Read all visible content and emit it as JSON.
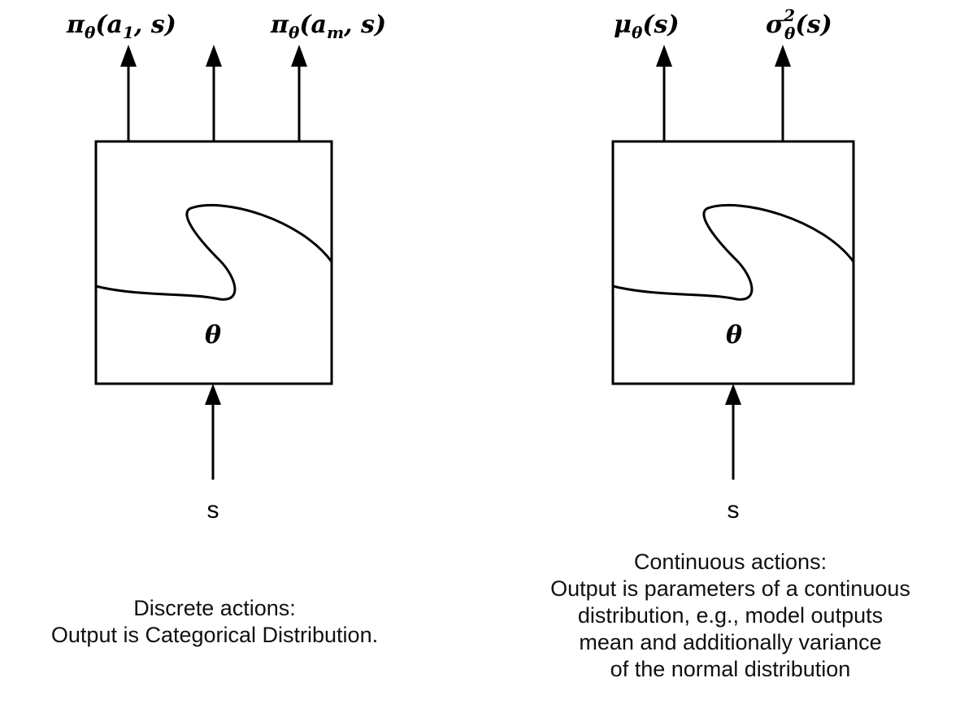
{
  "left_panel": {
    "outputs": [
      {
        "base": "π",
        "sub": "θ",
        "open": "(",
        "arg": "a",
        "arg_sub": "1",
        "rest": ", s)"
      },
      {
        "base": "π",
        "sub": "θ",
        "open": "(",
        "arg": "a",
        "arg_sub": "m",
        "rest": ", s)"
      }
    ],
    "param_label": "θ",
    "input_label": "s",
    "caption": [
      "Discrete actions:",
      "Output is Categorical Distribution."
    ]
  },
  "right_panel": {
    "outputs": [
      {
        "base": "μ",
        "sub": "θ",
        "rest": "(s)"
      },
      {
        "base": "σ",
        "sup": "2",
        "sub": "θ",
        "rest": "(s)"
      }
    ],
    "param_label": "θ",
    "input_label": "s",
    "caption": [
      "Continuous actions:",
      "Output is parameters of a continuous",
      "distribution, e.g., model outputs",
      "mean and additionally variance",
      "of the normal distribution"
    ]
  },
  "colors": {
    "stroke": "#000000",
    "background": "#ffffff"
  }
}
